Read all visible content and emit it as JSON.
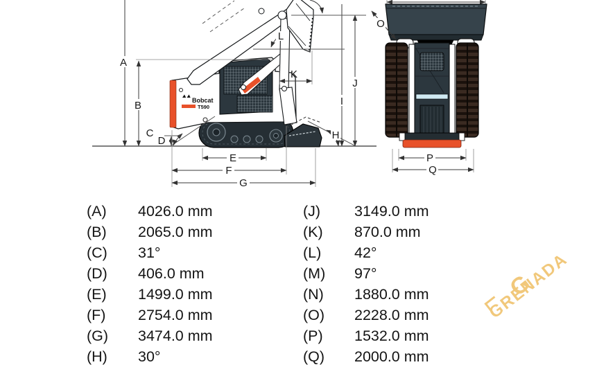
{
  "diagram": {
    "labels": {
      "A": "A",
      "B": "B",
      "C": "C",
      "D": "D",
      "E": "E",
      "F": "F",
      "G": "G",
      "H": "H",
      "I": "I",
      "J": "J",
      "K": "K",
      "L": "L",
      "O": "O",
      "P": "P",
      "Q": "Q"
    },
    "machine": {
      "brand": "Bobcat",
      "model": "T590"
    }
  },
  "table": {
    "left": [
      {
        "key": "(A)",
        "value": "4026.0 mm"
      },
      {
        "key": "(B)",
        "value": "2065.0 mm"
      },
      {
        "key": "(C)",
        "value": "31°"
      },
      {
        "key": "(D)",
        "value": "406.0 mm"
      },
      {
        "key": "(E)",
        "value": "1499.0 mm"
      },
      {
        "key": "(F)",
        "value": "2754.0 mm"
      },
      {
        "key": "(G)",
        "value": "3474.0 mm"
      },
      {
        "key": "(H)",
        "value": "30°"
      }
    ],
    "right": [
      {
        "key": "(J)",
        "value": "3149.0 mm"
      },
      {
        "key": "(K)",
        "value": "870.0 mm"
      },
      {
        "key": "(L)",
        "value": "42°"
      },
      {
        "key": "(M)",
        "value": "97°"
      },
      {
        "key": "(N)",
        "value": "1880.0 mm"
      },
      {
        "key": "(O)",
        "value": "2228.0 mm"
      },
      {
        "key": "(P)",
        "value": "1532.0 mm"
      },
      {
        "key": "(Q)",
        "value": "2000.0 mm"
      }
    ]
  },
  "watermark": {
    "logo_letter": "G",
    "text": "GRENADA"
  },
  "colors": {
    "accent_orange": "#e8512a",
    "machine_dark": "#2c373e",
    "track_brown": "#3a2a21",
    "light_blue": "#cfe9f2",
    "watermark_gold": "#eebd5f"
  }
}
